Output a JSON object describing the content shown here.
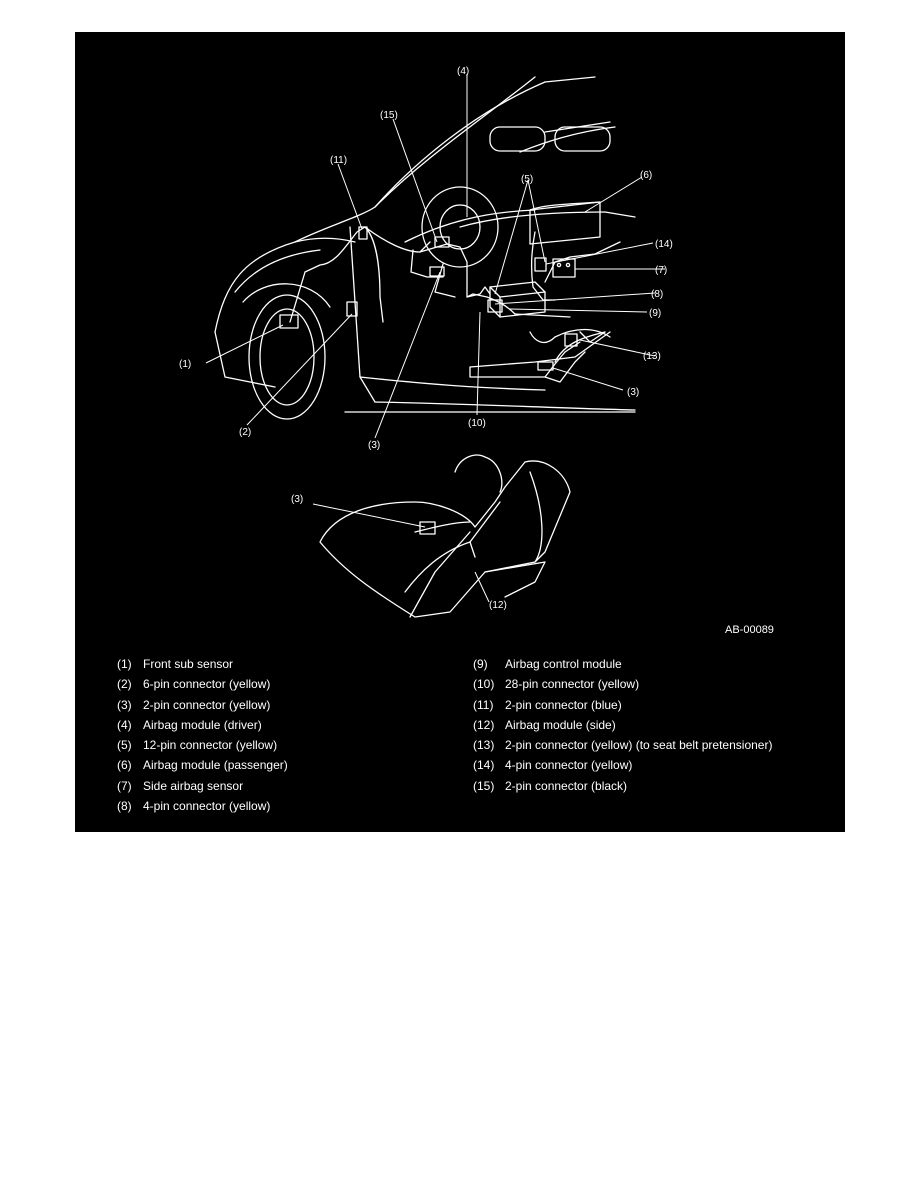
{
  "figure_id": "AB-00089",
  "callouts": {
    "c1": "(1)",
    "c2": "(2)",
    "c3a": "(3)",
    "c3b": "(3)",
    "c3c": "(3)",
    "c4": "(4)",
    "c5": "(5)",
    "c6": "(6)",
    "c7": "(7)",
    "c8": "(8)",
    "c9": "(9)",
    "c10": "(10)",
    "c11": "(11)",
    "c12": "(12)",
    "c13": "(13)",
    "c14": "(14)",
    "c15": "(15)"
  },
  "legend": [
    {
      "num": "(1)",
      "label": "Front sub sensor"
    },
    {
      "num": "(2)",
      "label": "6-pin connector (yellow)"
    },
    {
      "num": "(3)",
      "label": "2-pin connector (yellow)"
    },
    {
      "num": "(4)",
      "label": "Airbag module (driver)"
    },
    {
      "num": "(5)",
      "label": "12-pin connector (yellow)"
    },
    {
      "num": "(6)",
      "label": "Airbag module (passenger)"
    },
    {
      "num": "(7)",
      "label": "Side airbag sensor"
    },
    {
      "num": "(8)",
      "label": "4-pin connector (yellow)"
    },
    {
      "num": "(9)",
      "label": "Airbag control module"
    },
    {
      "num": "(10)",
      "label": "28-pin connector (yellow)"
    },
    {
      "num": "(11)",
      "label": "2-pin connector (blue)"
    },
    {
      "num": "(12)",
      "label": "Airbag module (side)"
    },
    {
      "num": "(13)",
      "label": "2-pin connector (yellow) (to seat belt pretensioner)"
    },
    {
      "num": "(14)",
      "label": "4-pin connector (yellow)"
    },
    {
      "num": "(15)",
      "label": "2-pin connector (black)"
    }
  ],
  "colors": {
    "background": "#000000",
    "line": "#ffffff",
    "page": "#ffffff"
  }
}
